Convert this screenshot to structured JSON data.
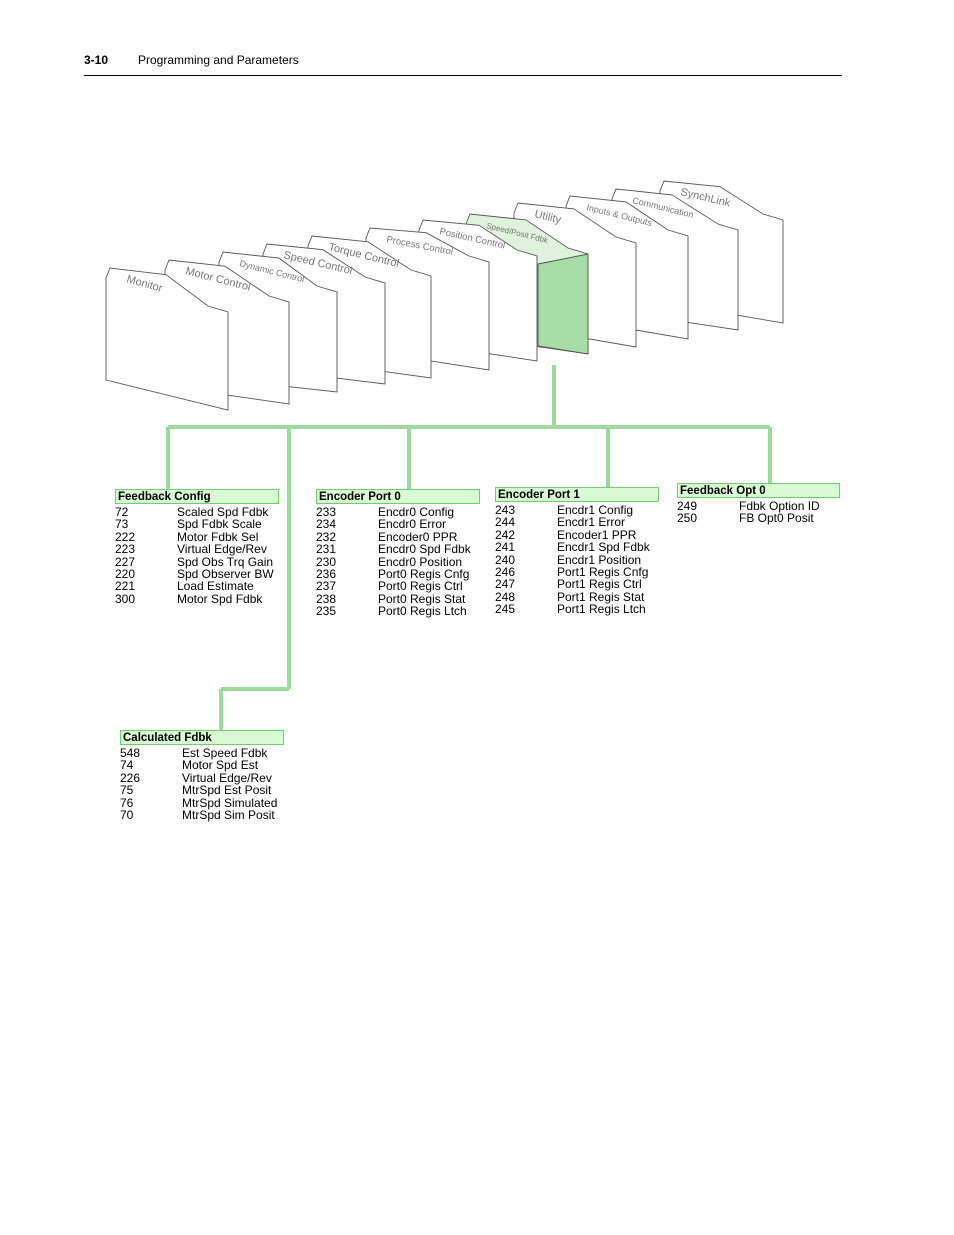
{
  "header": {
    "page_number": "3-10",
    "section_title": "Programming and Parameters"
  },
  "colors": {
    "connector": "#9ed99e",
    "highlight_folder": "#a6dca6",
    "group_title_bg": "#d9fbd3",
    "group_title_border": "#6fcf6f"
  },
  "folders": [
    {
      "label": "Monitor",
      "highlighted": false
    },
    {
      "label": "Motor Control",
      "highlighted": false
    },
    {
      "label": "Dynamic Control",
      "highlighted": false
    },
    {
      "label": "Speed Control",
      "highlighted": false
    },
    {
      "label": "Torque Control",
      "highlighted": false
    },
    {
      "label": "Process Control",
      "highlighted": false
    },
    {
      "label": "Position Control",
      "highlighted": false
    },
    {
      "label": "Speed/Posit Fdbk",
      "highlighted": true
    },
    {
      "label": "Utility",
      "highlighted": false
    },
    {
      "label": "Inputs & Outputs",
      "highlighted": false
    },
    {
      "label": "Communication",
      "highlighted": false
    },
    {
      "label": "SynchLink",
      "highlighted": false
    }
  ],
  "groups": [
    {
      "title": "Feedback Config",
      "params": [
        {
          "num": "72",
          "name": "Scaled Spd Fdbk"
        },
        {
          "num": "73",
          "name": "Spd Fdbk Scale"
        },
        {
          "num": "222",
          "name": "Motor Fdbk Sel"
        },
        {
          "num": "223",
          "name": "Virtual Edge/Rev"
        },
        {
          "num": "227",
          "name": "Spd Obs Trq Gain"
        },
        {
          "num": "220",
          "name": "Spd Observer BW"
        },
        {
          "num": "221",
          "name": "Load Estimate"
        },
        {
          "num": "300",
          "name": "Motor Spd Fdbk"
        }
      ]
    },
    {
      "title": "Encoder Port 0",
      "params": [
        {
          "num": "233",
          "name": "Encdr0 Config"
        },
        {
          "num": "234",
          "name": "Encdr0 Error"
        },
        {
          "num": "232",
          "name": "Encoder0 PPR"
        },
        {
          "num": "231",
          "name": "Encdr0 Spd Fdbk"
        },
        {
          "num": "230",
          "name": "Encdr0 Position"
        },
        {
          "num": "236",
          "name": "Port0 Regis Cnfg"
        },
        {
          "num": "237",
          "name": "Port0 Regis Ctrl"
        },
        {
          "num": "238",
          "name": "Port0 Regis Stat"
        },
        {
          "num": "235",
          "name": "Port0 Regis Ltch"
        }
      ]
    },
    {
      "title": "Encoder Port 1",
      "params": [
        {
          "num": "243",
          "name": "Encdr1 Config"
        },
        {
          "num": "244",
          "name": "Encdr1 Error"
        },
        {
          "num": "242",
          "name": "Encoder1 PPR"
        },
        {
          "num": "241",
          "name": "Encdr1 Spd Fdbk"
        },
        {
          "num": "240",
          "name": "Encdr1 Position"
        },
        {
          "num": "246",
          "name": "Port1 Regis Cnfg"
        },
        {
          "num": "247",
          "name": "Port1 Regis Ctrl"
        },
        {
          "num": "248",
          "name": "Port1 Regis Stat"
        },
        {
          "num": "245",
          "name": "Port1 Regis Ltch"
        }
      ]
    },
    {
      "title": "Feedback Opt 0",
      "params": [
        {
          "num": "249",
          "name": "Fdbk Option ID"
        },
        {
          "num": "250",
          "name": "FB Opt0 Posit"
        }
      ]
    },
    {
      "title": "Calculated Fdbk",
      "params": [
        {
          "num": "548",
          "name": "Est Speed Fdbk"
        },
        {
          "num": "74",
          "name": "Motor Spd Est"
        },
        {
          "num": "226",
          "name": "Virtual Edge/Rev"
        },
        {
          "num": "75",
          "name": "MtrSpd Est Posit"
        },
        {
          "num": "76",
          "name": "MtrSpd Simulated"
        },
        {
          "num": "70",
          "name": "MtrSpd Sim Posit"
        }
      ]
    }
  ]
}
